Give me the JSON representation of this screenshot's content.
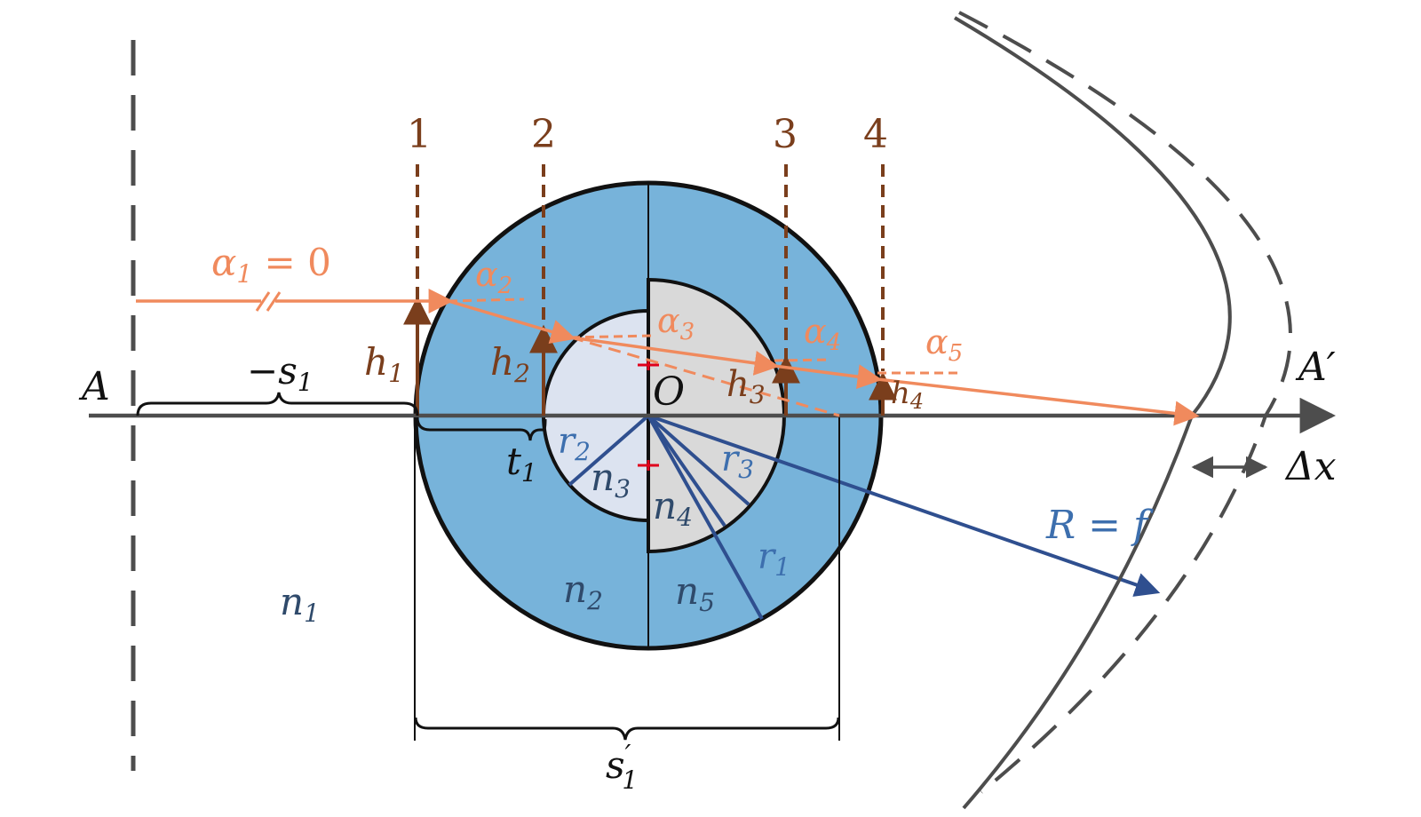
{
  "colors": {
    "axis": "#4d4d4d",
    "ray": "#f08a5d",
    "plane": "#7a3e1c",
    "outer_fill": "#77b3da",
    "inner_fill": "#dce3f0",
    "core_fill": "#d9d9d9",
    "radius": "#2f4f8f",
    "label_blue": "#3d6fae",
    "dark_label": "#2f4a6b",
    "mark": "#e0001b"
  },
  "labels": {
    "A": "A",
    "A_prime": "A′",
    "O": "O",
    "s1_main": "−s",
    "s1_sub": "1",
    "s1p_main": "s",
    "s1p_sup": "′",
    "s1p_sub": "1",
    "t1_main": "t",
    "t1_sub": "1",
    "delta_x": "Δx",
    "R_eq_f": "R = f",
    "plane_1": "1",
    "plane_2": "2",
    "plane_3": "3",
    "plane_4": "4",
    "alpha": "α",
    "alpha1_sub": "1",
    "alpha1_tail": " = 0",
    "alpha2_sub": "2",
    "alpha3_sub": "3",
    "alpha4_sub": "4",
    "alpha5_sub": "5",
    "h": "h",
    "h1_sub": "1",
    "h2_sub": "2",
    "h3_sub": "3",
    "h4_sub": "4",
    "r": "r",
    "r1_sub": "1",
    "r2_sub": "2",
    "r3_sub": "3",
    "n": "n",
    "n1_sub": "1",
    "n2_sub": "2",
    "n3_sub": "3",
    "n4_sub": "4",
    "n5_sub": "5"
  }
}
